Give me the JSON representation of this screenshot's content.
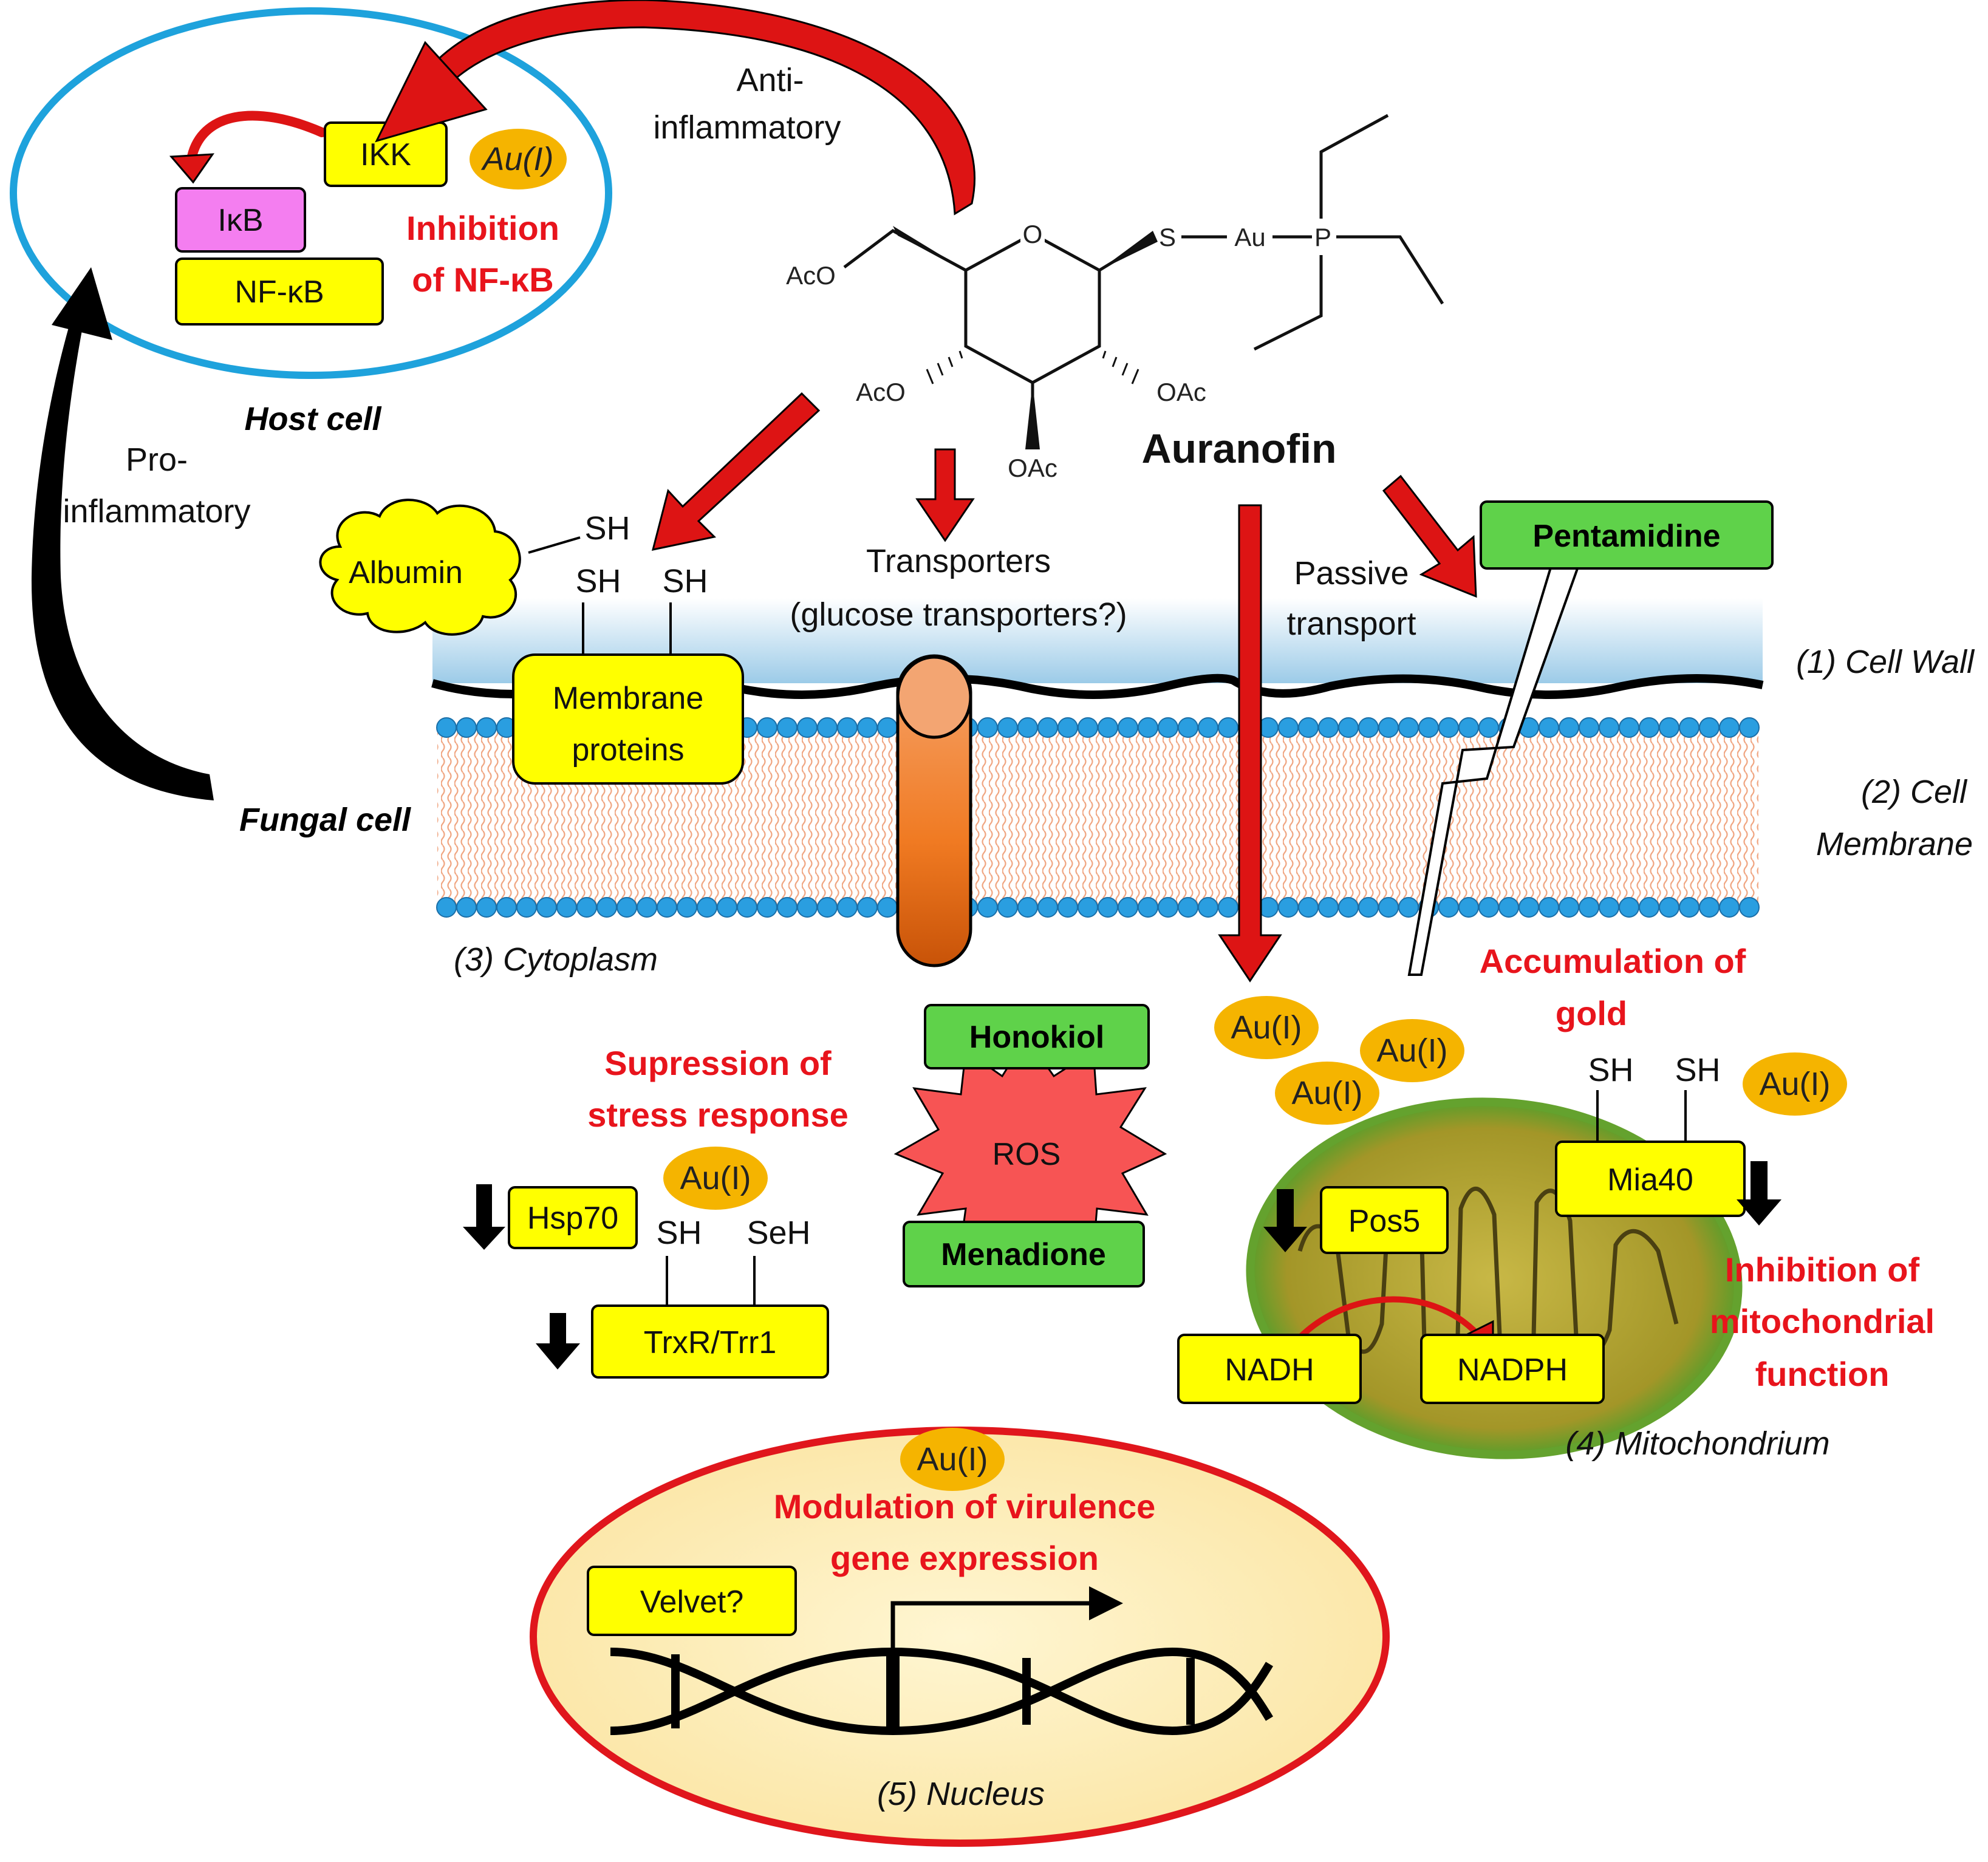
{
  "labels": {
    "anti_inflammatory_1": "Anti-",
    "anti_inflammatory_2": "inflammatory",
    "pro_inflammatory_1": "Pro-",
    "pro_inflammatory_2": "inflammatory",
    "host_cell": "Host cell",
    "fungal_cell": "Fungal cell",
    "auranofin": "Auranofin",
    "transporters_1": "Transporters",
    "transporters_2": "(glucose transporters?)",
    "passive_1": "Passive",
    "passive_2": "transport",
    "cell_wall": "(1) Cell Wall",
    "cell_membrane_1": "(2) Cell",
    "cell_membrane_2": "Membrane",
    "cytoplasm": "(3) Cytoplasm",
    "mitochondrium": "(4) Mitochondrium",
    "nucleus": "(5) Nucleus",
    "sh": "SH",
    "seh": "SeH"
  },
  "boxes": {
    "ikk": "IKK",
    "ikb": "IκB",
    "nfkb": "NF-κB",
    "albumin": "Albumin",
    "membrane_proteins_1": "Membrane",
    "membrane_proteins_2": "proteins",
    "pentamidine": "Pentamidine",
    "honokiol": "Honokiol",
    "ros": "ROS",
    "menadione": "Menadione",
    "hsp70": "Hsp70",
    "trxr": "TrxR/Trr1",
    "pos5": "Pos5",
    "mia40": "Mia40",
    "nadh": "NADH",
    "nadph": "NADPH",
    "velvet": "Velvet?"
  },
  "gold": "Au(I)",
  "effects": {
    "nfkb_1": "Inhibition",
    "nfkb_2": "of NF-κB",
    "stress_1": "Supression of",
    "stress_2": "stress response",
    "accum_1": "Accumulation of",
    "accum_2": "gold",
    "mito_1": "Inhibition of",
    "mito_2": "mitochondrial",
    "mito_3": "function",
    "virulence_1": "Modulation of virulence",
    "virulence_2": "gene expression"
  },
  "chem": {
    "aco_top": "AcO",
    "aco_left": "AcO",
    "oac_right": "OAc",
    "oac_bottom": "OAc",
    "ring_o": "O",
    "s": "S",
    "au": "Au",
    "p": "P"
  },
  "colors": {
    "arrow_red": "#dd1414",
    "label_red": "#e8141c",
    "host_cell_outline": "#1ea2dc",
    "nucleus_outline": "#e0161c",
    "box_yellow": "#ffff00",
    "box_pink": "#f47ef0",
    "box_green": "#5fd24a",
    "gold_oval": "#f5b400",
    "ros_star": "#f75454",
    "lipid_head": "#2a9ee0",
    "mitochondrion": "#b4a632"
  }
}
